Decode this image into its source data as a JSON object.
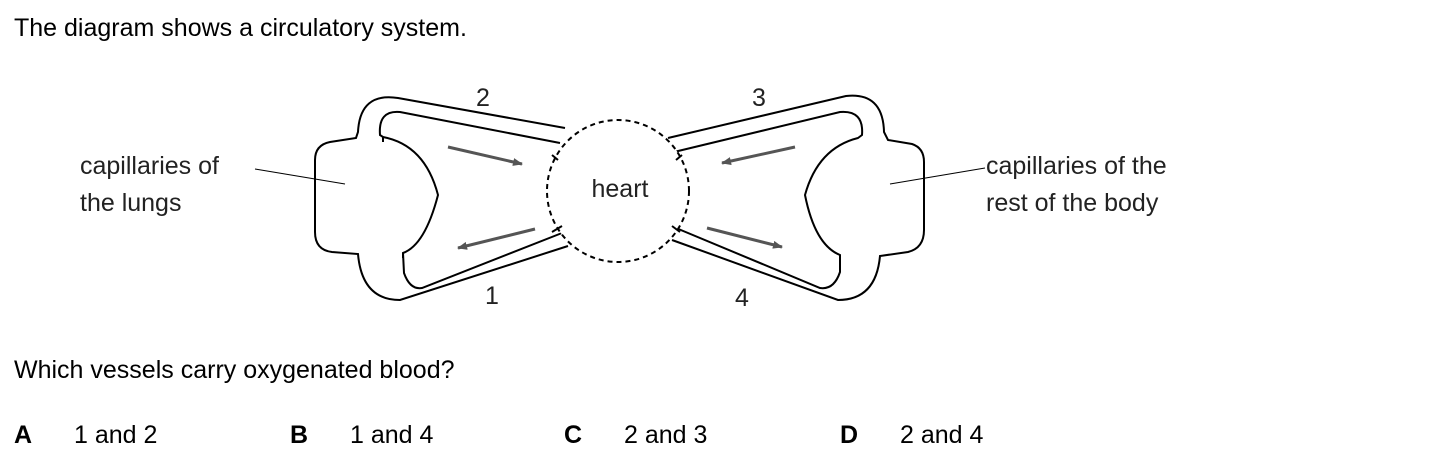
{
  "intro_text": "The diagram shows a circulatory system.",
  "diagram": {
    "heart_label": "heart",
    "lungs_label_line1": "capillaries of",
    "lungs_label_line2": "the lungs",
    "body_label_line1": "capillaries of the",
    "body_label_line2": "rest of the body",
    "vessel_labels": [
      "1",
      "2",
      "3",
      "4"
    ]
  },
  "question_text": "Which vessels carry oxygenated blood?",
  "options": [
    {
      "letter": "A",
      "text": "1 and 2"
    },
    {
      "letter": "B",
      "text": "1 and 4"
    },
    {
      "letter": "C",
      "text": "2 and 3"
    },
    {
      "letter": "D",
      "text": "2 and 4"
    }
  ],
  "colors": {
    "line": "#000000",
    "arrow": "#555555",
    "label_text": "#222222"
  }
}
